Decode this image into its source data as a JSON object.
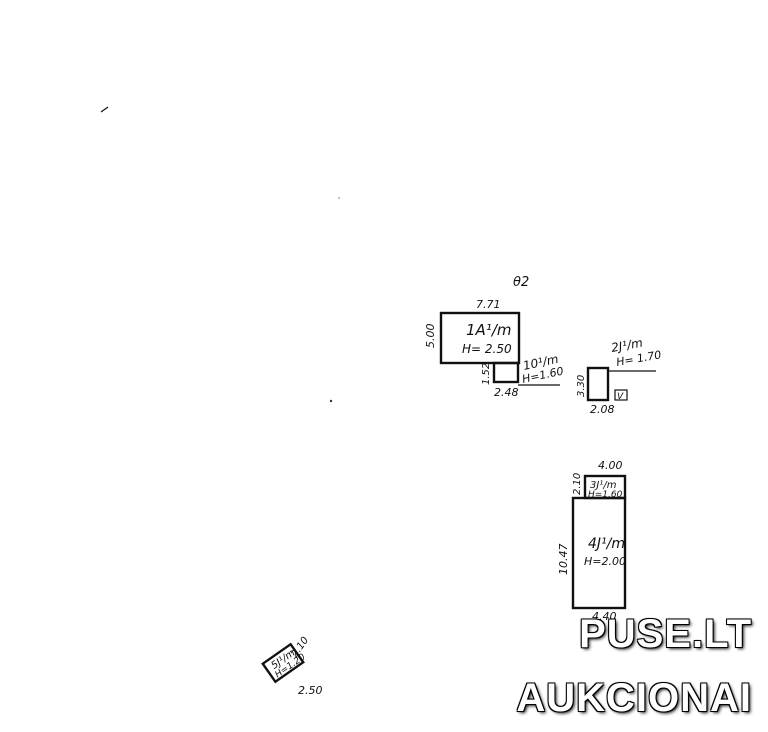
{
  "north_mark": "θ2",
  "buildings": {
    "b1": {
      "label": "1A¹/m",
      "height": "H= 2.50",
      "dim_top": "7.71",
      "dim_side": "5.00"
    },
    "b1_annex": {
      "label": "10¹/m",
      "height": "H=1.60",
      "dim_side": "1.52",
      "dim_bottom": "2.48"
    },
    "b2": {
      "label": "2J¹/m",
      "height": "H= 1.70",
      "dim_side": "3.30",
      "dim_bottom": "2.08",
      "mark": "V"
    },
    "b3": {
      "label": "3J¹/m",
      "height": "H=1.60",
      "dim_top": "4.00",
      "dim_side": "2.10"
    },
    "b4": {
      "label": "4J¹/m",
      "height": "H=2.00",
      "dim_side": "10.47",
      "dim_bottom": "4.40"
    },
    "b5": {
      "label": "5J¹/m",
      "height": "H=1.20",
      "dim_side": "2.10",
      "dim_bottom": "2.50"
    }
  },
  "watermark": {
    "line1": "PUSE.LT",
    "line2": "AUKCIONAI"
  }
}
